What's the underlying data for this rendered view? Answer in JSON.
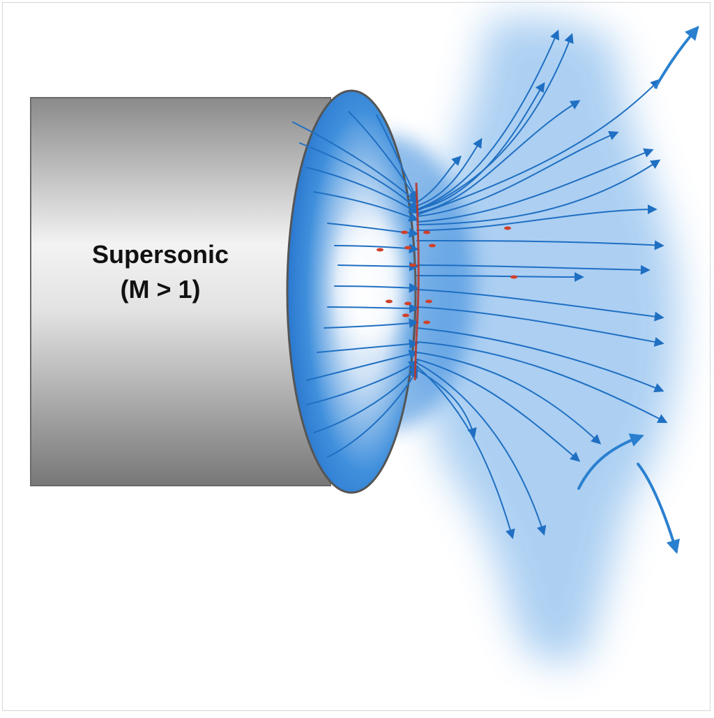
{
  "label": {
    "line1": "Supersonic",
    "line2": "(M > 1)"
  },
  "colors": {
    "flow_line": "#1f6fc2",
    "flow_glow": "#2a7fd6",
    "shock_marks": "#d0402a",
    "pipe_dark": "#7d7d7d",
    "pipe_light": "#f4f4f4",
    "outline": "#555555"
  },
  "diagram": {
    "elements": [
      "pipe-body",
      "pipe-exit-face",
      "normal-shock",
      "streamlines",
      "exhaust-plume"
    ]
  }
}
